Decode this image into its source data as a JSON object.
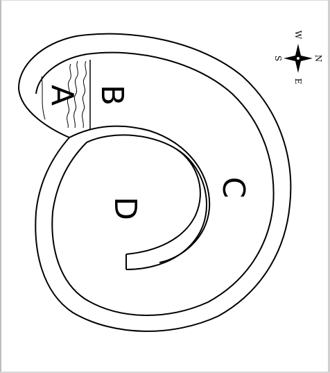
{
  "diagram": {
    "labels": {
      "a": "A",
      "b": "B",
      "c": "C",
      "d": "D"
    },
    "compass": {
      "north": "N",
      "south": "S",
      "east": "E",
      "west": "W"
    },
    "colors": {
      "stroke": "#000000",
      "background": "#ffffff"
    }
  }
}
